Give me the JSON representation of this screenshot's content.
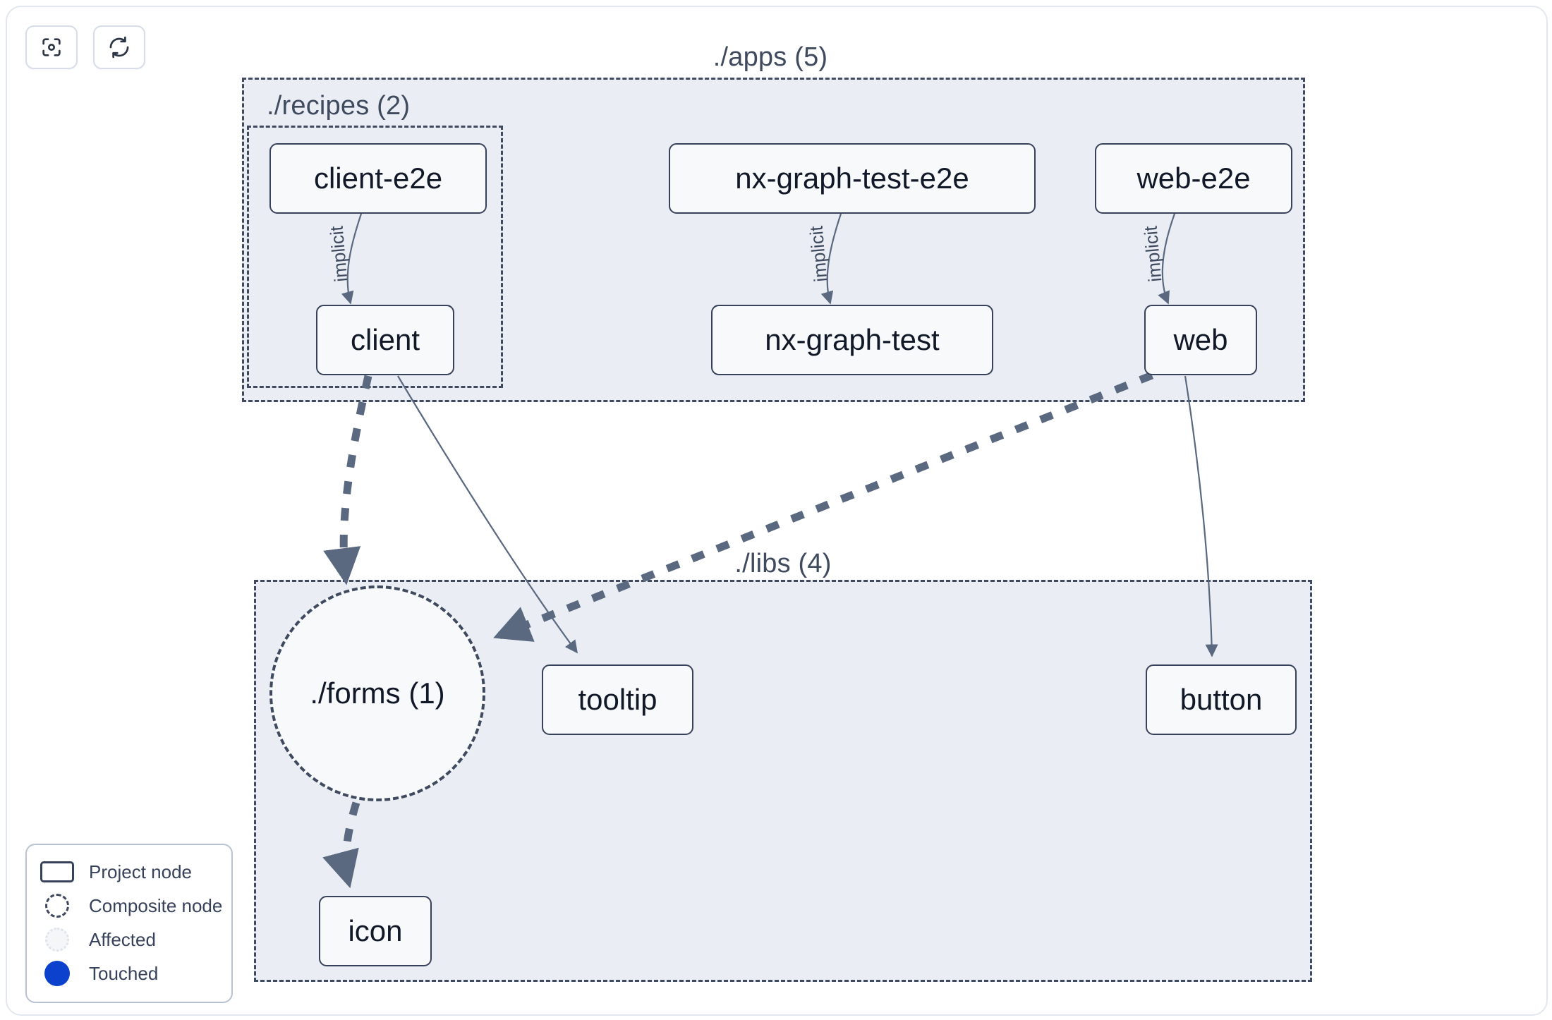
{
  "toolbar": {
    "buttons": [
      {
        "name": "focus-graph-button",
        "icon": "focus-target-icon",
        "label": "Focus graph"
      },
      {
        "name": "refresh-graph-button",
        "icon": "refresh-sync-icon",
        "label": "Refresh graph"
      }
    ]
  },
  "graph": {
    "containers": [
      {
        "id": "apps",
        "label": "./apps (5)",
        "count": 5
      },
      {
        "id": "recipes",
        "label": "./recipes (2)",
        "count": 2
      },
      {
        "id": "libs",
        "label": "./libs (4)",
        "count": 4
      }
    ],
    "nodes": [
      {
        "id": "client-e2e",
        "label": "client-e2e",
        "type": "project"
      },
      {
        "id": "nx-graph-test-e2e",
        "label": "nx-graph-test-e2e",
        "type": "project"
      },
      {
        "id": "web-e2e",
        "label": "web-e2e",
        "type": "project"
      },
      {
        "id": "client",
        "label": "client",
        "type": "project"
      },
      {
        "id": "nx-graph-test",
        "label": "nx-graph-test",
        "type": "project"
      },
      {
        "id": "web",
        "label": "web",
        "type": "project"
      },
      {
        "id": "forms",
        "label": "./forms (1)",
        "type": "composite"
      },
      {
        "id": "tooltip",
        "label": "tooltip",
        "type": "project"
      },
      {
        "id": "button",
        "label": "button",
        "type": "project"
      },
      {
        "id": "icon",
        "label": "icon",
        "type": "project"
      }
    ],
    "edges": [
      {
        "from": "client-e2e",
        "to": "client",
        "label": "implicit",
        "style": "solid"
      },
      {
        "from": "nx-graph-test-e2e",
        "to": "nx-graph-test",
        "label": "implicit",
        "style": "solid"
      },
      {
        "from": "web-e2e",
        "to": "web",
        "label": "implicit",
        "style": "solid"
      },
      {
        "from": "client",
        "to": "forms",
        "label": "",
        "style": "dashed"
      },
      {
        "from": "client",
        "to": "tooltip",
        "label": "",
        "style": "solid"
      },
      {
        "from": "web",
        "to": "forms",
        "label": "",
        "style": "dashed"
      },
      {
        "from": "web",
        "to": "button",
        "label": "",
        "style": "solid"
      },
      {
        "from": "forms",
        "to": "icon",
        "label": "",
        "style": "dashed"
      }
    ]
  },
  "legend": {
    "items": [
      {
        "symbol": "project-node-symbol",
        "label": "Project node"
      },
      {
        "symbol": "composite-node-symbol",
        "label": "Composite node"
      },
      {
        "symbol": "affected-node-symbol",
        "label": "Affected"
      },
      {
        "symbol": "touched-node-symbol",
        "label": "Touched"
      }
    ]
  },
  "colors": {
    "container_fill": "#eaeef4",
    "container_border": "#3f4a5f",
    "node_fill": "#f7f9fb",
    "node_border": "#37415a",
    "edge": "#5a6880",
    "touched": "#0b41cd",
    "text": "#111827"
  }
}
